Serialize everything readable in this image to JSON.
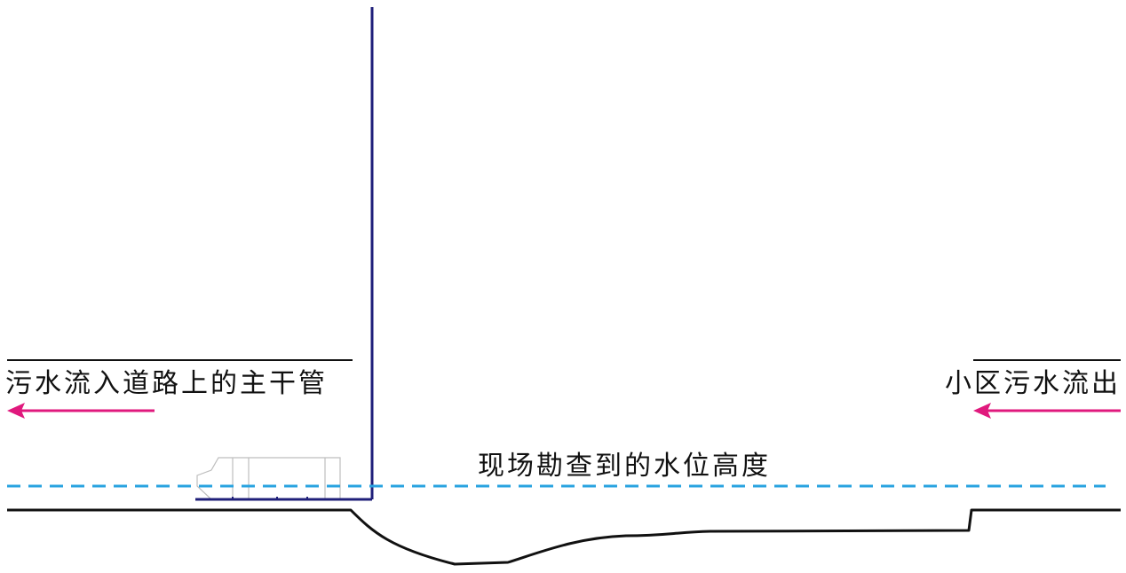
{
  "labels": {
    "left_outlet": "污水流入道路上的主干管",
    "right_inlet": "小区污水流出",
    "water_level": "现场勘查到的水位高度"
  },
  "colors": {
    "pipe_wall": "#1f1f7a",
    "water_level_line": "#29a3e0",
    "flow_arrow": "#e0197d",
    "ground_line": "#111111",
    "device_outline": "#bdbdbd"
  },
  "icons": {
    "left_arrow": "arrow-left-icon",
    "right_arrow": "arrow-left-icon",
    "device": "pipe-robot-icon"
  }
}
